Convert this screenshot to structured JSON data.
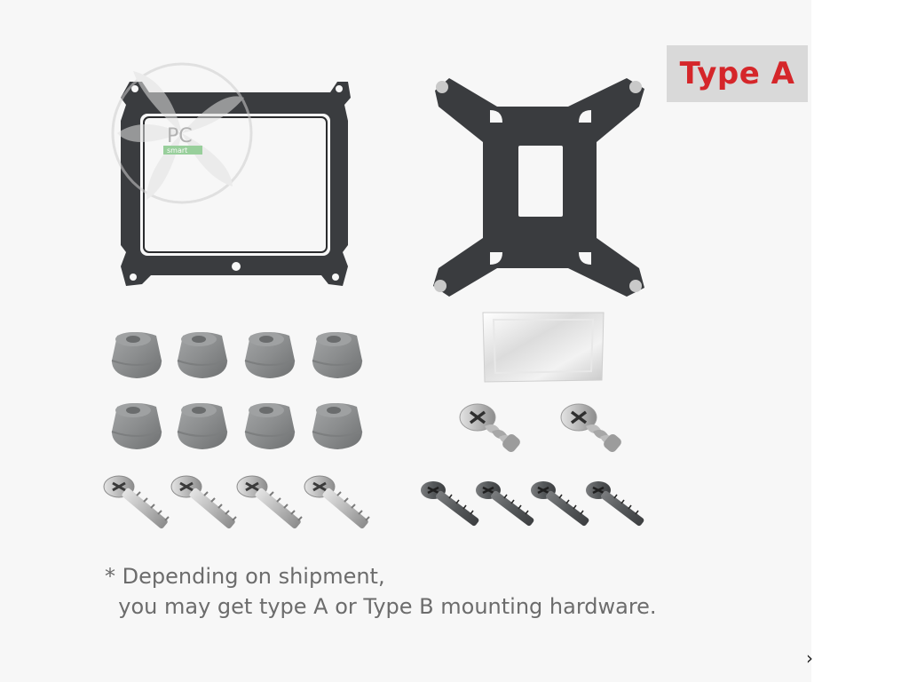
{
  "image": {
    "badge_label": "Type A",
    "watermark_logo": "PC smart",
    "caption_line1": "* Depending on shipment,",
    "caption_line2": "  you may get type A or Type B mounting hardware.",
    "next_icon": "chevron-right-icon",
    "colors": {
      "badge_bg": "#d9d9d9",
      "badge_text": "#d5262a",
      "caption_text": "#6c6c6c",
      "metal": "#3a3c3f",
      "standoff": "#8e9091"
    }
  }
}
